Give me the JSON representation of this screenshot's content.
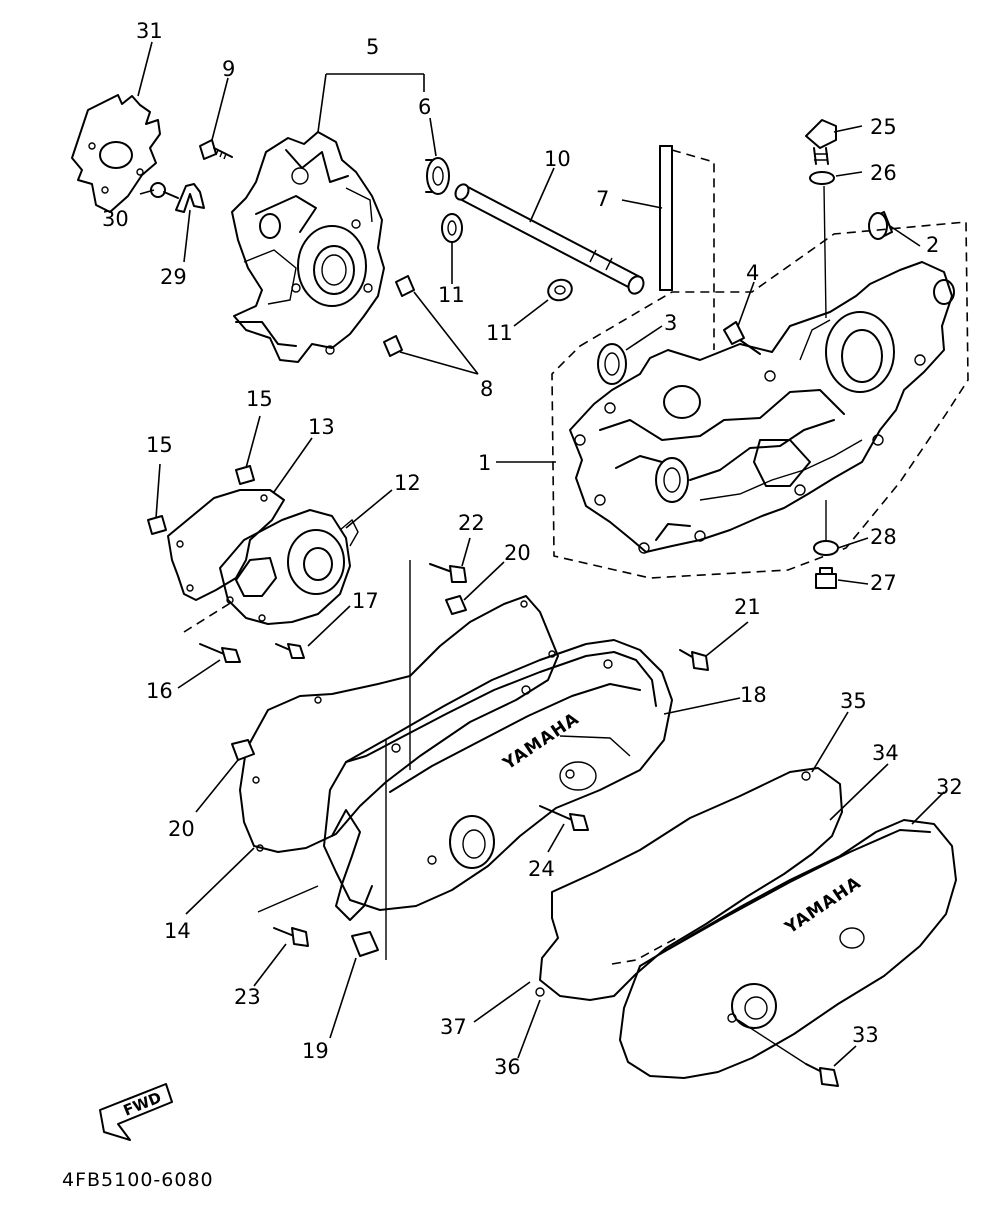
{
  "diagram": {
    "ref_code": "4FB5100-6080",
    "fwd_label": "FWD",
    "brand_label": "YAMAHA",
    "part_numbers": [
      "31",
      "9",
      "5",
      "6",
      "10",
      "25",
      "26",
      "7",
      "2",
      "30",
      "29",
      "11",
      "4",
      "3",
      "11",
      "8",
      "1",
      "15",
      "13",
      "15",
      "12",
      "22",
      "28",
      "20",
      "27",
      "17",
      "21",
      "16",
      "18",
      "35",
      "34",
      "32",
      "20",
      "24",
      "14",
      "23",
      "19",
      "37",
      "36",
      "33"
    ]
  }
}
